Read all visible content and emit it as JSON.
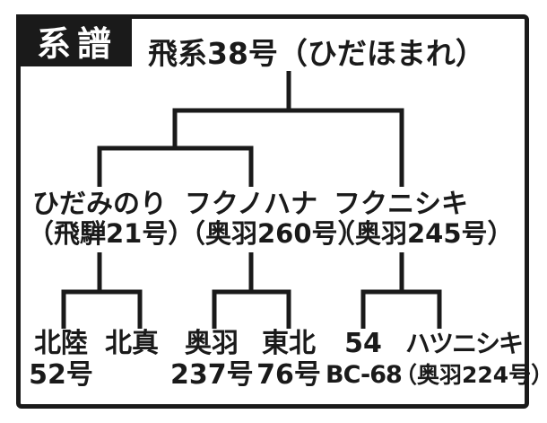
{
  "colors": {
    "ink": "#1a1a1a",
    "background": "#ffffff",
    "badge_background": "#1a1a1a",
    "badge_text": "#ffffff"
  },
  "badge": {
    "label": "系譜"
  },
  "tree": {
    "root": {
      "name": "飛系38号（ひだほまれ）"
    },
    "parents": [
      {
        "name": "ひだみのり",
        "code": "（飛騨21号）"
      },
      {
        "name": "フクノハナ",
        "code": "（奥羽260号）"
      },
      {
        "name": "フクニシキ",
        "code": "（奥羽245号）"
      }
    ],
    "grandparents": [
      {
        "line1": "北陸",
        "line2": "52号"
      },
      {
        "line1": "北真",
        "line2": ""
      },
      {
        "line1": "奥羽",
        "line2": "237号"
      },
      {
        "line1": "東北",
        "line2": "76号"
      },
      {
        "line1": "54",
        "line2": "BC-68"
      },
      {
        "line1": "ハツニシキ",
        "line2": "（奥羽224号）"
      }
    ]
  }
}
